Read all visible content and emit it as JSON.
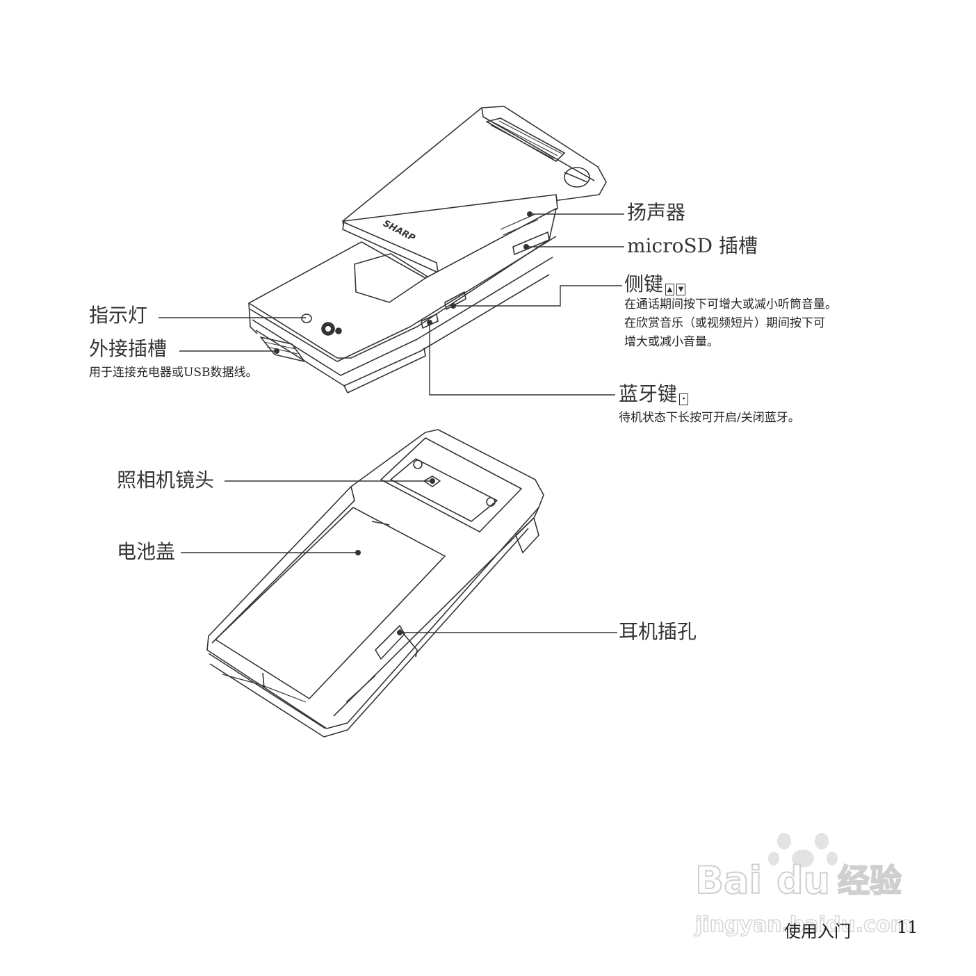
{
  "labels": {
    "speaker": "扬声器",
    "microsd_slot": "microSD 插槽",
    "side_key": "侧键",
    "side_key_desc_1": "在通话期间按下可增大或减小听筒音量。",
    "side_key_desc_2": "在欣赏音乐（或视频短片）期间按下可",
    "side_key_desc_3": "增大或减小音量。",
    "indicator": "指示灯",
    "external_slot": "外接插槽",
    "external_slot_desc": "用于连接充电器或USB数据线。",
    "bluetooth_key": "蓝牙键",
    "bluetooth_key_desc": "待机状态下长按可开启/关闭蓝牙。",
    "camera_lens": "照相机镜头",
    "battery_cover": "电池盖",
    "headphone_jack": "耳机插孔"
  },
  "device": {
    "brand_logo": "SHARP"
  },
  "key_icons": {
    "up": "▲",
    "down": "▼",
    "bluetooth": "•"
  },
  "watermark": {
    "logo_text_1": "Bai",
    "logo_text_2": "du",
    "logo_text_3": "经验",
    "domain": "jingyan.baidu.com"
  },
  "footer": {
    "section": "使用入门",
    "page_number": "11"
  },
  "colors": {
    "line": "#333333",
    "text": "#1a1a1a",
    "watermark": "#d9d9d9"
  }
}
